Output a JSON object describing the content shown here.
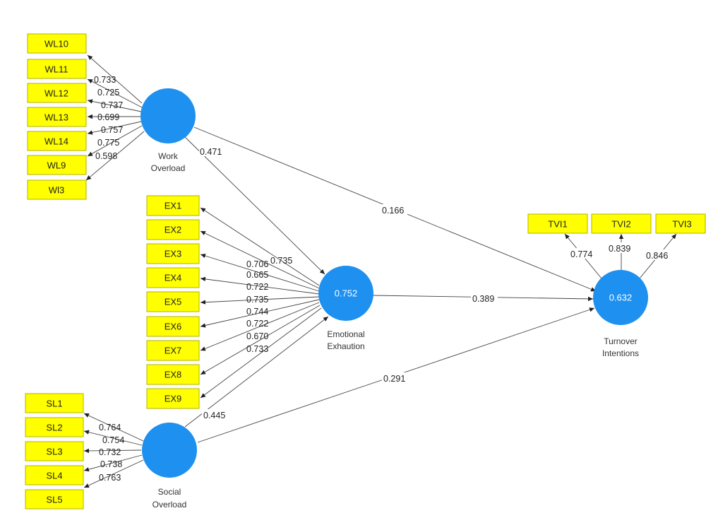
{
  "latents": {
    "wo": {
      "name1": "Work",
      "name2": "Overload",
      "r2": ""
    },
    "ee": {
      "name1": "Emotional",
      "name2": "Exhaution",
      "r2": "0.752"
    },
    "so": {
      "name1": "Social",
      "name2": "Overload",
      "r2": ""
    },
    "ti": {
      "name1": "Turnover",
      "name2": "Intentions",
      "r2": "0.632"
    }
  },
  "indicators": {
    "wl": [
      "WL10",
      "WL11",
      "WL12",
      "WL13",
      "WL14",
      "WL9",
      "Wl3"
    ],
    "ex": [
      "EX1",
      "EX2",
      "EX3",
      "EX4",
      "EX5",
      "EX6",
      "EX7",
      "EX8",
      "EX9"
    ],
    "sl": [
      "SL1",
      "SL2",
      "SL3",
      "SL4",
      "SL5"
    ],
    "tvi": [
      "TVI1",
      "TVI2",
      "TVI3"
    ]
  },
  "loadings": {
    "wl": [
      "0.733",
      "0.725",
      "0.737",
      "0.699",
      "0.757",
      "0.775",
      "0.598"
    ],
    "ex": [
      "0.735",
      "0.706",
      "0.665",
      "0.722",
      "0.735",
      "0.744",
      "0.722",
      "0.670",
      "0.733"
    ],
    "sl": [
      "0.764",
      "0.754",
      "0.732",
      "0.738",
      "0.763"
    ],
    "tvi": [
      "0.774",
      "0.839",
      "0.846"
    ]
  },
  "paths": {
    "wo_ee": "0.471",
    "wo_ti": "0.166",
    "ee_ti": "0.389",
    "so_ee": "0.445",
    "so_ti": "0.291"
  }
}
